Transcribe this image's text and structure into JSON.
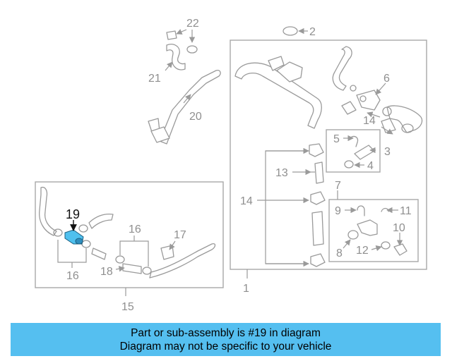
{
  "diagram": {
    "highlight_color": "#4fc0ee",
    "callouts": {
      "c1": "1",
      "c2": "2",
      "c3": "3",
      "c4": "4",
      "c5": "5",
      "c6": "6",
      "c7": "7",
      "c8": "8",
      "c9": "9",
      "c10": "10",
      "c11": "11",
      "c12": "12",
      "c13": "13",
      "c14a": "14",
      "c14b": "14",
      "c15": "15",
      "c16a": "16",
      "c16b": "16",
      "c17": "17",
      "c18": "18",
      "c19": "19",
      "c20": "20",
      "c21": "21",
      "c22": "22"
    }
  },
  "banner": {
    "line1": "Part or sub-assembly is #19 in diagram",
    "line2": "Diagram may not be specific to your vehicle",
    "color": "#55bff0"
  }
}
